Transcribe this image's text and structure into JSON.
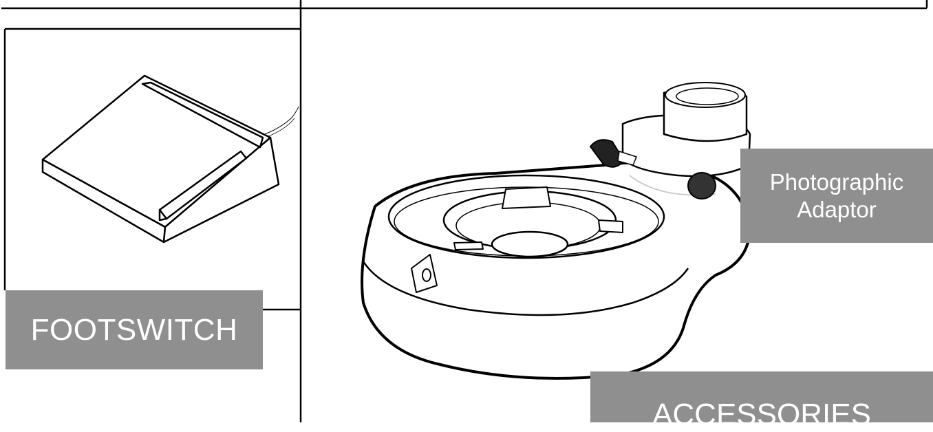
{
  "labels": {
    "footswitch": "FOOTSWITCH",
    "photographic_line1": "Photographic",
    "photographic_line2": "Adaptor",
    "accessories": "ACCESSORIES"
  },
  "colors": {
    "label_background": "#8f8f8f",
    "label_text": "#ffffff",
    "line": "#000000"
  }
}
